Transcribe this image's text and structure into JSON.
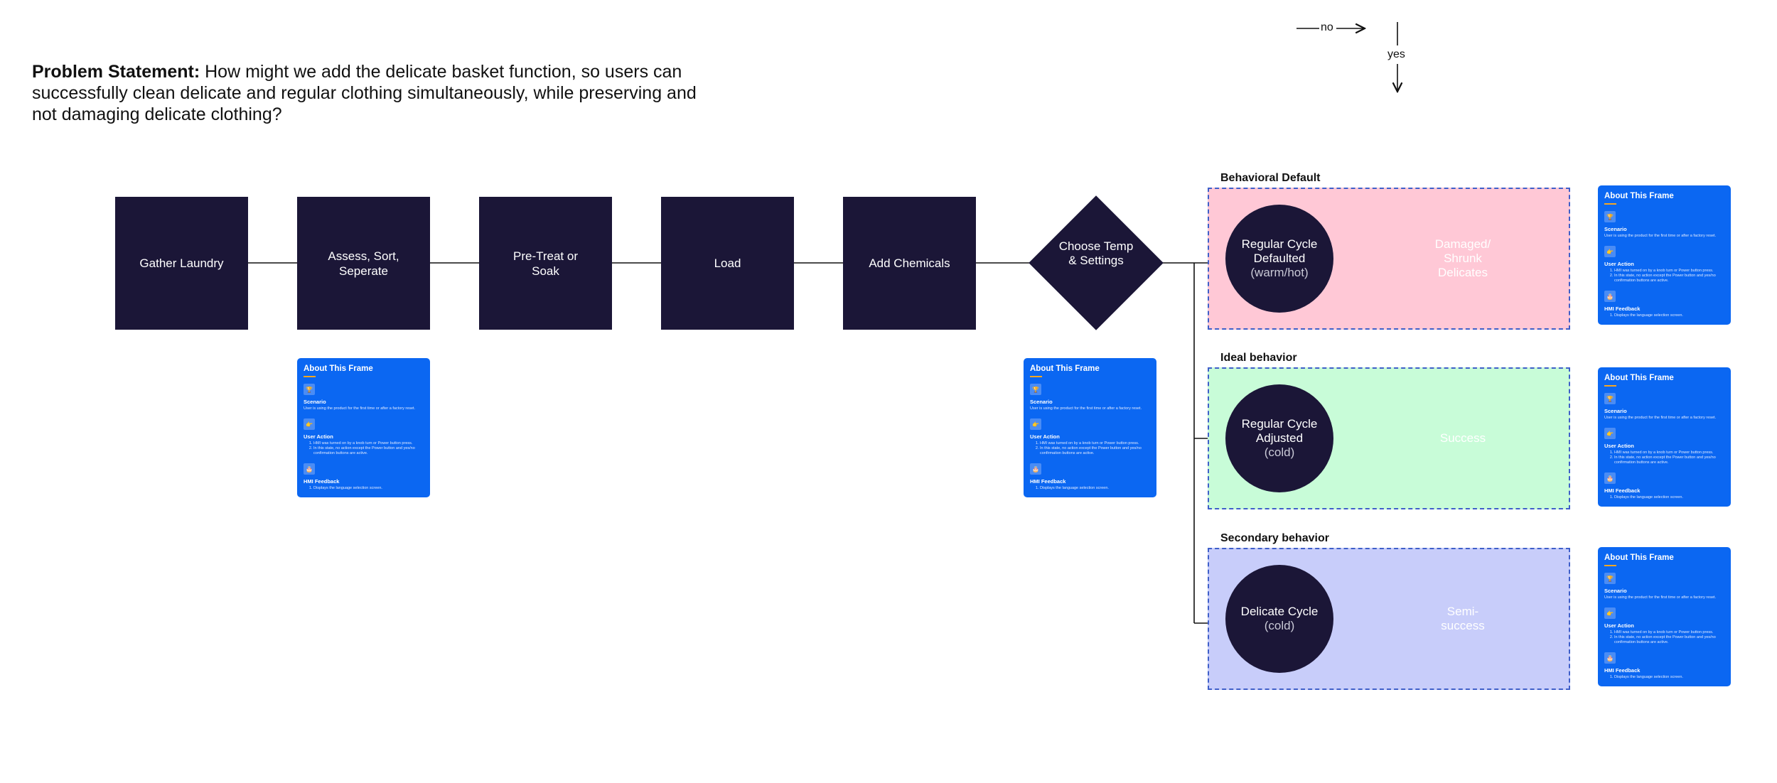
{
  "problem": {
    "label": "Problem Statement:",
    "text": " How might we add the delicate basket function, so users can successfully clean delicate and regular clothing simultaneously, while preserving and not damaging delicate clothing?"
  },
  "legend": {
    "no": "no",
    "yes": "yes"
  },
  "steps": [
    "Gather Laundry",
    "Assess, Sort, Seperate",
    "Pre-Treat or Soak",
    "Load",
    "Add Chemicals"
  ],
  "decision": "Choose Temp & Settings",
  "outcomes": [
    {
      "title": "Behavioral Default",
      "cycle": "Regular Cycle Defaulted",
      "temp": "(warm/hot)",
      "result": "Damaged/ Shrunk Delicates",
      "color": "#ffc8d6"
    },
    {
      "title": "Ideal behavior",
      "cycle": "Regular Cycle Adjusted",
      "temp": "(cold)",
      "result": "Success",
      "color": "#c8fcd8"
    },
    {
      "title": "Secondary behavior",
      "cycle": "Delicate Cycle",
      "temp": "(cold)",
      "result": "Semi-success",
      "color": "#c8cdfa"
    }
  ],
  "about_card": {
    "title": "About This Frame",
    "scenario_title": "Scenario",
    "scenario_text": "User is using the product for the first time or after a factory reset.",
    "action_title": "User Action",
    "actions": [
      "HMI was turned on by a knob turn or Power button press.",
      "In this state, no action except the Power button and yes/no confirmation buttons are active."
    ],
    "feedback_title": "HMI Feedback",
    "feedback": [
      "Displays the language selection screen."
    ],
    "icons": [
      "trophy-icon",
      "pointing-hand-icon",
      "cake-icon"
    ]
  },
  "colors": {
    "node": "#1b1637",
    "card": "#0b67f2",
    "accent": "#f5a623",
    "dashed_border": "#3f5fc9"
  }
}
